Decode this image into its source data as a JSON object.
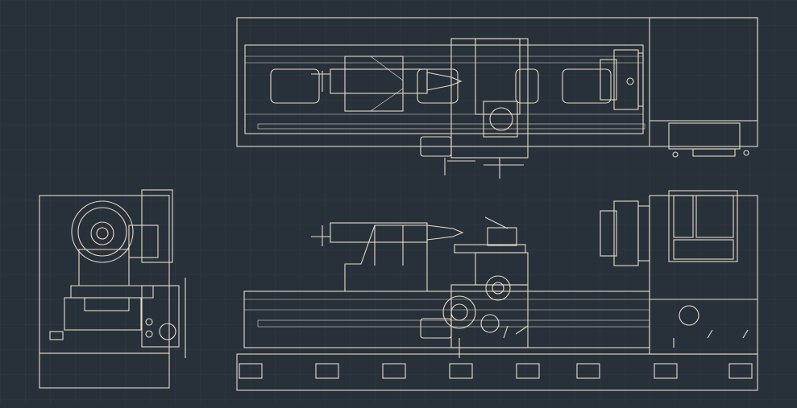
{
  "drawing": {
    "views": [
      "top-view",
      "end-view",
      "front-view"
    ],
    "colors": {
      "background": "#28313a",
      "grid": "#323c46",
      "line": "#e6dcc6"
    }
  }
}
